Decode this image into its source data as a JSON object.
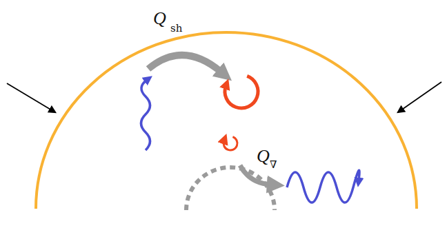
{
  "diagram": {
    "labels": [
      "Q",
      "sh",
      "Q",
      "∇"
    ]
  }
}
